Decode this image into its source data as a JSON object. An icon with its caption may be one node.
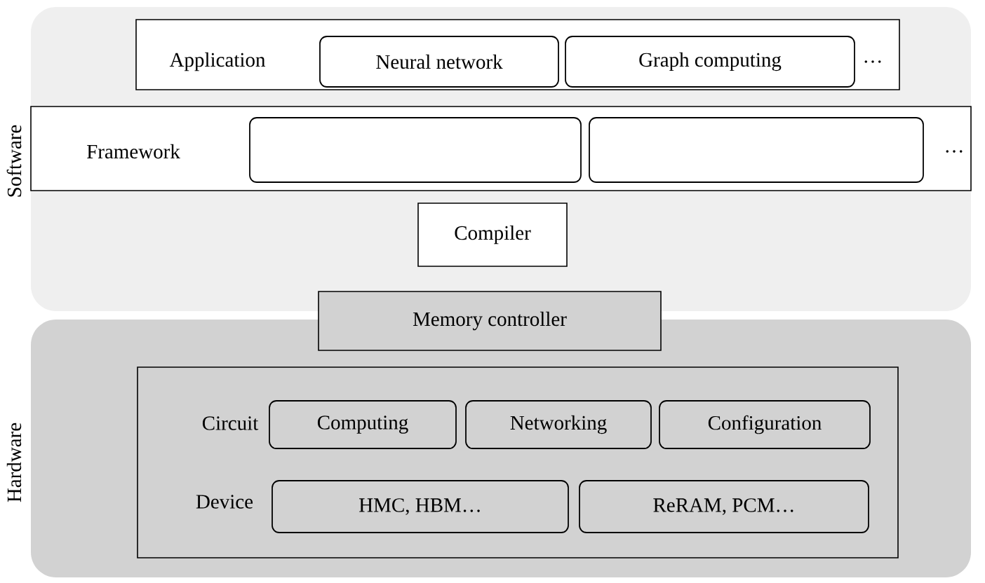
{
  "diagram": {
    "nodes": [
      {
        "text": [
          "Software"
        ]
      },
      {
        "text": [
          "Application"
        ],
        "in": 0
      },
      {
        "text": [
          "Neural network"
        ],
        "in": 1
      },
      {
        "text": [
          "Graph computing"
        ],
        "in": 1
      },
      {
        "text": [
          "Framework"
        ],
        "in": 0
      },
      {
        "text": [],
        "shape": "box",
        "in": 4
      },
      {
        "text": [],
        "shape": "box",
        "in": 4
      },
      {
        "text": [
          "Compiler"
        ],
        "in": 0
      },
      {
        "text": [
          "Memory controller"
        ]
      },
      {
        "text": [
          "Hardware"
        ]
      },
      {
        "text": [
          "Circuit",
          "Device"
        ],
        "in": 9
      },
      {
        "text": [
          "Computing"
        ],
        "in": 10
      },
      {
        "text": [
          "Networking"
        ],
        "in": 10
      },
      {
        "text": [
          "Configuration"
        ],
        "in": 10
      },
      {
        "text": [
          "HMC, HBM…"
        ],
        "in": 10
      },
      {
        "text": [
          "ReRAM, PCM…"
        ],
        "in": 10
      }
    ],
    "labels": [
      "…",
      "…"
    ]
  }
}
